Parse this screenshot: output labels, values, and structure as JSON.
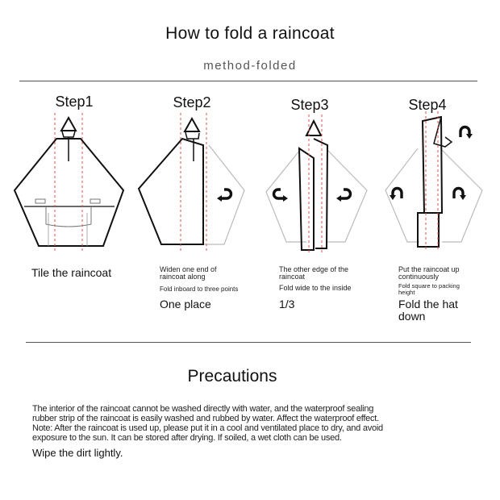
{
  "header": {
    "title": "How to fold a raincoat",
    "subtitle": "method-folded"
  },
  "steps": [
    {
      "label": "Step1",
      "desc_main": "Tile the raincoat"
    },
    {
      "label": "Step2",
      "desc_line1": "Widen one end of",
      "desc_line2": "raincoat along",
      "desc_small": "Fold inboard to three points",
      "desc_main": "One place"
    },
    {
      "label": "Step3",
      "desc_line1": "The other edge of the",
      "desc_line2": "raincoat",
      "desc_small": "Fold wide to the inside",
      "desc_main": "1/3"
    },
    {
      "label": "Step4",
      "desc_line1": "Put the raincoat up",
      "desc_line2": "continuously",
      "desc_small1": "Fold square to packing",
      "desc_small2": "height",
      "desc_main1": "Fold the hat",
      "desc_main2": "down"
    }
  ],
  "precautions": {
    "title": "Precautions",
    "line1": "The interior of the raincoat cannot be washed directly with water, and the waterproof sealing",
    "line2": "rubber strip of the raincoat is easily washed and rubbed by water. Affect the waterproof effect.",
    "line3": "Note: After the raincoat is used up, please put it in a cool and ventilated place to dry, and avoid",
    "line4": "exposure to the sun. It can be stored after drying. If soiled, a wet cloth can be used.",
    "line5": "Wipe the dirt lightly."
  },
  "icons": [
    "fold-arrow-icon",
    "hood-icon"
  ],
  "colors": {
    "guide_line": "#d9534f",
    "outline": "#111111",
    "ghost": "#bbbbbb"
  }
}
